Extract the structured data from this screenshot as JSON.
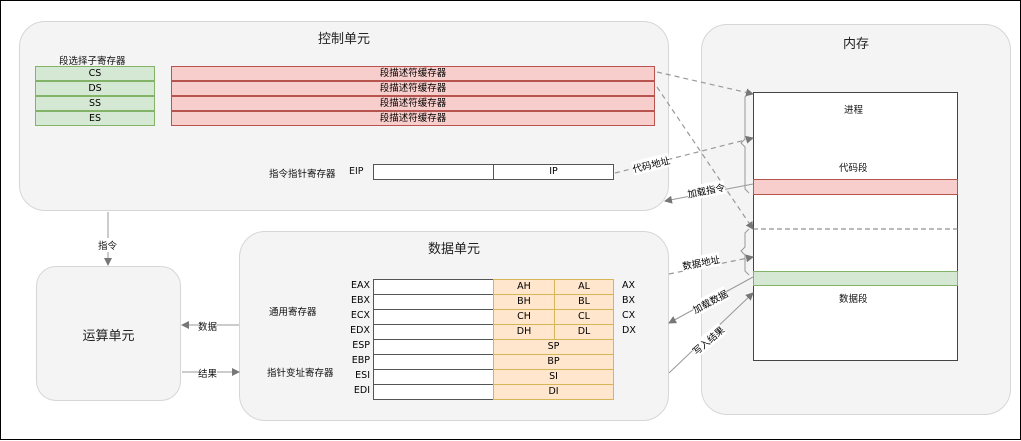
{
  "control_unit": {
    "title": "控制单元",
    "selector_header": "段选择子寄存器",
    "segment_registers": [
      "CS",
      "DS",
      "SS",
      "ES"
    ],
    "descriptor_cache": [
      "段描述符缓存器",
      "段描述符缓存器",
      "段描述符缓存器",
      "段描述符缓存器"
    ],
    "ip_label": "指令指针寄存器",
    "eip": "EIP",
    "ip": "IP"
  },
  "memory": {
    "title": "内存",
    "process": "进程",
    "code_segment": "代码段",
    "data_segment": "数据段"
  },
  "data_unit": {
    "title": "数据单元",
    "general_label": "通用寄存器",
    "pointer_label": "指针变址寄存器",
    "general_rows": [
      {
        "left": "EAX",
        "hi": "AH",
        "lo": "AL",
        "right": "AX"
      },
      {
        "left": "EBX",
        "hi": "BH",
        "lo": "BL",
        "right": "BX"
      },
      {
        "left": "ECX",
        "hi": "CH",
        "lo": "CL",
        "right": "CX"
      },
      {
        "left": "EDX",
        "hi": "DH",
        "lo": "DL",
        "right": "DX"
      }
    ],
    "pointer_rows": [
      {
        "left": "ESP",
        "reg": "SP"
      },
      {
        "left": "EBP",
        "reg": "BP"
      },
      {
        "left": "ESI",
        "reg": "SI"
      },
      {
        "left": "EDI",
        "reg": "DI"
      }
    ]
  },
  "alu": {
    "title": "运算单元"
  },
  "edges": {
    "instruction": "指令",
    "code_address": "代码地址",
    "load_instruction": "加载指令",
    "data_address": "数据地址",
    "load_data": "加载数据",
    "write_result": "写入结果",
    "data": "数据",
    "result": "结果"
  }
}
